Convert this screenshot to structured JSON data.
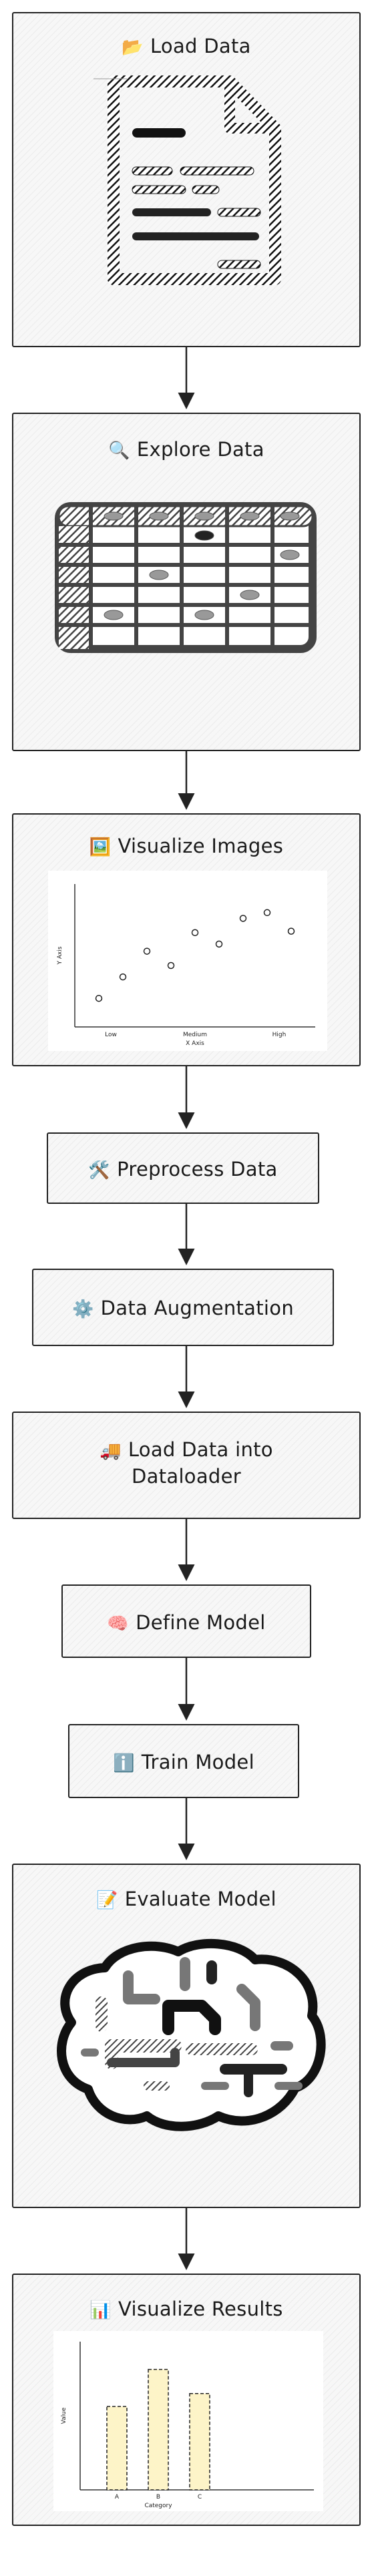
{
  "steps": [
    {
      "id": "load-data",
      "emoji": "📂",
      "label": "Load Data"
    },
    {
      "id": "explore-data",
      "emoji": "🔍",
      "label": "Explore Data"
    },
    {
      "id": "visualize-images",
      "emoji": "🖼️",
      "label": "Visualize Images"
    },
    {
      "id": "preprocess-data",
      "emoji": "🛠️",
      "label": "Preprocess Data"
    },
    {
      "id": "data-augmentation",
      "emoji": "⚙️",
      "label": "Data Augmentation"
    },
    {
      "id": "load-dataloader",
      "emoji": "🚚",
      "label": "Load Data into",
      "label2": "Dataloader"
    },
    {
      "id": "define-model",
      "emoji": "🧠",
      "label": "Define Model"
    },
    {
      "id": "train-model",
      "emoji": "ℹ️",
      "label": "Train Model"
    },
    {
      "id": "evaluate-model",
      "emoji": "📝",
      "label": "Evaluate Model"
    },
    {
      "id": "visualize-results",
      "emoji": "📊",
      "label": "Visualize Results"
    }
  ],
  "chart_data": [
    {
      "type": "scatter",
      "xlabel": "X Axis",
      "ylabel": "Y Axis",
      "x_tick_labels": [
        "Low",
        "Medium",
        "High"
      ],
      "xlim": [
        0,
        10
      ],
      "ylim": [
        0,
        10
      ],
      "points": [
        [
          1,
          2
        ],
        [
          2,
          3.5
        ],
        [
          3,
          5.3
        ],
        [
          4,
          4.3
        ],
        [
          5,
          6.6
        ],
        [
          6,
          5.8
        ],
        [
          7,
          7.6
        ],
        [
          8,
          8
        ],
        [
          9,
          6.7
        ]
      ]
    },
    {
      "type": "bar",
      "categories": [
        "A",
        "B",
        "C"
      ],
      "values": [
        4.5,
        6.5,
        5.2
      ],
      "xlabel": "Category",
      "ylabel": "Value",
      "ylim": [
        0,
        8
      ],
      "colors": {
        "fill": "#fdf4c8",
        "stroke": "#222222"
      }
    }
  ]
}
